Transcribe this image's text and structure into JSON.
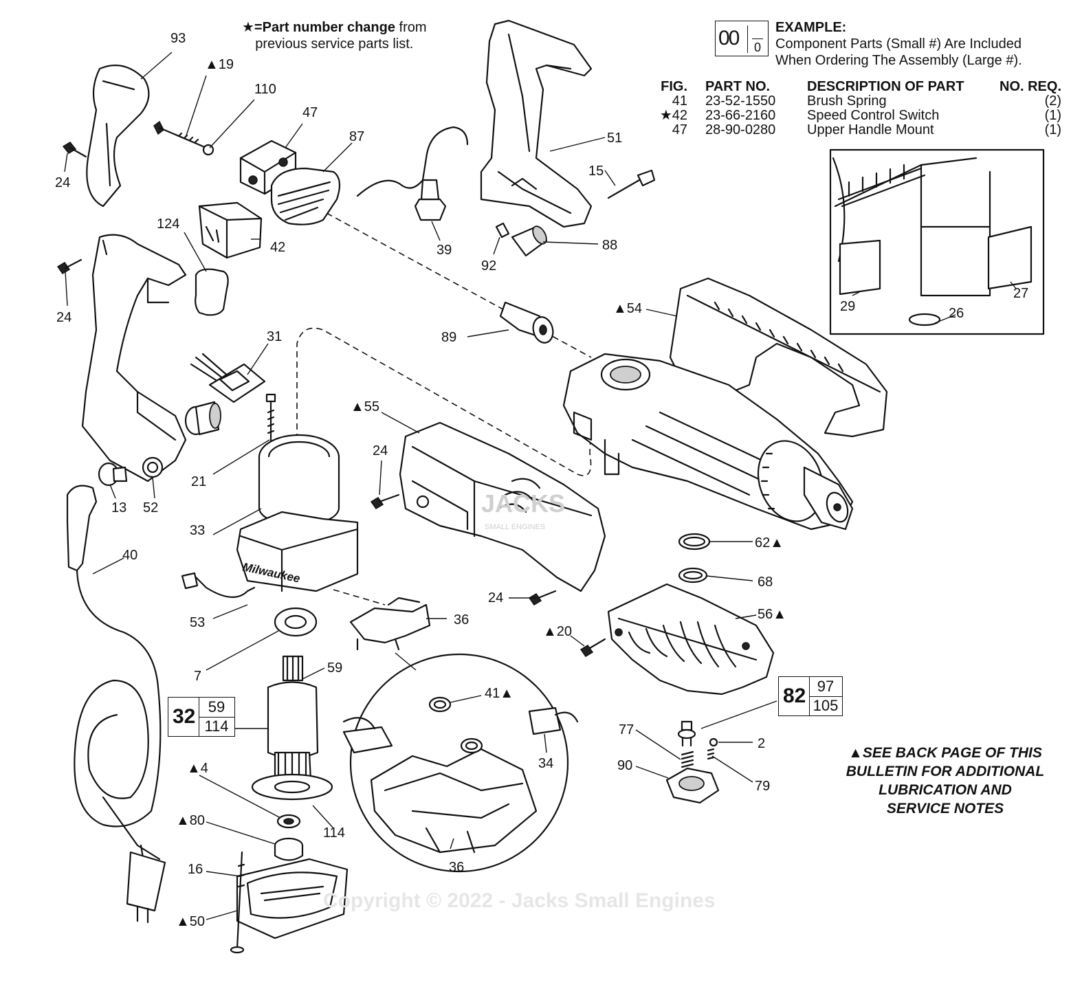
{
  "header": {
    "star_note_bold": "★=Part number change",
    "star_note_rest": " from",
    "star_note_line2": "previous service parts list."
  },
  "example": {
    "big_number": "00",
    "small_number": "0",
    "title": "EXAMPLE:",
    "line1": "Component Parts (Small #) Are Included",
    "line2": "When Ordering The Assembly (Large #)."
  },
  "parts_table": {
    "headers": {
      "fig": "FIG.",
      "part_no": "PART NO.",
      "description": "DESCRIPTION OF PART",
      "qty": "NO. REQ."
    },
    "rows": [
      {
        "fig": "41",
        "part_no": "23-52-1550",
        "description": "Brush Spring",
        "qty": "(2)"
      },
      {
        "fig": "★42",
        "part_no": "23-66-2160",
        "description": "Speed Control Switch",
        "qty": "(1)"
      },
      {
        "fig": "47",
        "part_no": "28-90-0280",
        "description": "Upper Handle Mount",
        "qty": "(1)"
      }
    ]
  },
  "assemblies": {
    "a32": {
      "big": "32",
      "top": "59",
      "bottom": "114"
    },
    "a82": {
      "big": "82",
      "top": "97",
      "bottom": "105"
    }
  },
  "back_note": {
    "line1": "▲SEE BACK PAGE OF THIS",
    "line2": "BULLETIN FOR ADDITIONAL",
    "line3": "LUBRICATION AND",
    "line4": "SERVICE NOTES"
  },
  "callouts": {
    "c93": "93",
    "c19": "▲19",
    "c110": "110",
    "c47": "47",
    "c87": "87",
    "c24a": "24",
    "c124": "124",
    "c42": "42",
    "c39": "39",
    "c51": "51",
    "c15": "15",
    "c88": "88",
    "c92": "92",
    "c29": "29",
    "c26": "26",
    "c27": "27",
    "c24b": "24",
    "c31": "31",
    "c89": "89",
    "c54": "▲54",
    "c21": "21",
    "c13": "13",
    "c52": "52",
    "c55": "▲55",
    "c24c": "24",
    "c40": "40",
    "c33": "33",
    "c53": "53",
    "c7": "7",
    "c36a": "36",
    "c24d": "24",
    "c62": "62▲",
    "c68": "68",
    "c56": "56▲",
    "c20": "▲20",
    "c59": "59",
    "c41": "41▲",
    "c34": "34",
    "c77": "77",
    "c2": "2",
    "c90": "90",
    "c79": "79",
    "c4": "▲4",
    "c80": "▲80",
    "c114": "114",
    "c36b": "36",
    "c16": "16",
    "c50": "▲50"
  },
  "brand": {
    "motor_housing_text": "Milwaukee",
    "watermark": "JACKS",
    "watermark_sub": "SMALL ENGINES"
  },
  "copyright": "Copyright © 2022 - Jacks Small Engines"
}
